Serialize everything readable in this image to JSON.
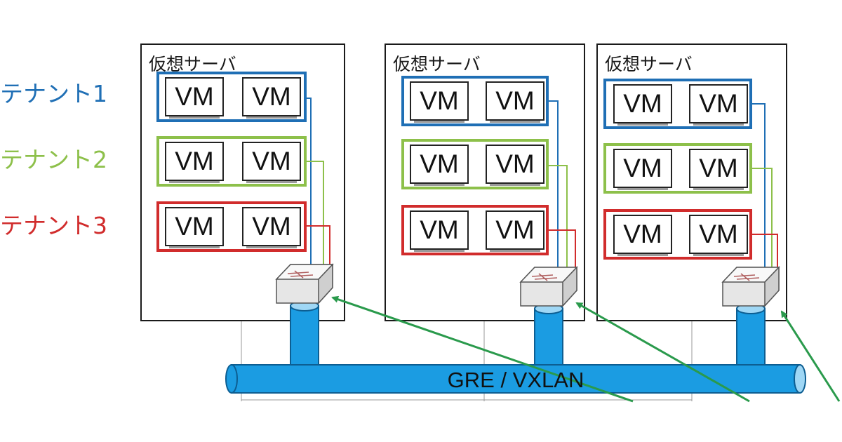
{
  "colors": {
    "tenant1": "#1f6fb5",
    "tenant2": "#8dc04a",
    "tenant3": "#d12c2c",
    "tunnel_fill": "#1b9ce2",
    "tunnel_stroke": "#0d5e92",
    "arrow": "#2a9a4c"
  },
  "tenants": [
    {
      "label": "テナント1"
    },
    {
      "label": "テナント2"
    },
    {
      "label": "テナント3"
    }
  ],
  "servers": [
    {
      "title": "仮想サーバ",
      "vm_label": "VM"
    },
    {
      "title": "仮想サーバ",
      "vm_label": "VM"
    },
    {
      "title": "仮想サーバ",
      "vm_label": "VM"
    }
  ],
  "switch_icon": "virtual-switch-icon",
  "tunnel": {
    "label": "GRE / VXLAN"
  }
}
